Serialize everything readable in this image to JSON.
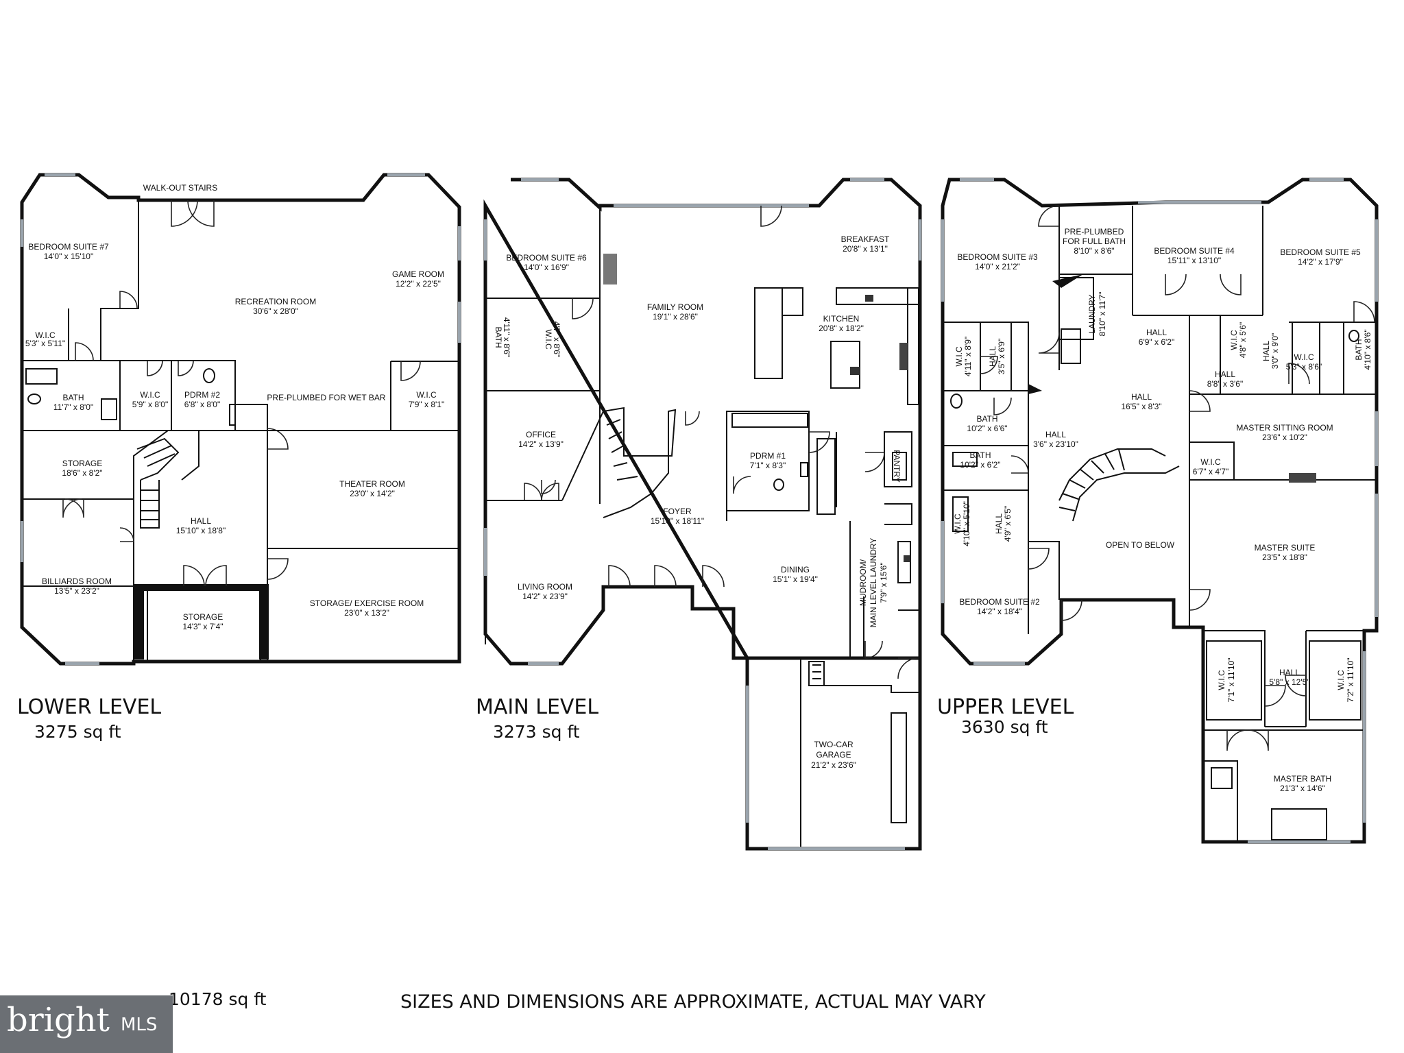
{
  "levels": {
    "lower": {
      "title": "LOWER LEVEL",
      "sqft": "3275 sq ft"
    },
    "main": {
      "title": "MAIN LEVEL",
      "sqft": "3273 sq ft"
    },
    "upper": {
      "title": "UPPER LEVEL",
      "sqft": "3630 sq ft"
    }
  },
  "total_sqft": "10178 sq ft",
  "disclaimer": "SIZES AND DIMENSIONS ARE APPROXIMATE, ACTUAL MAY VARY",
  "logo": {
    "brand": "bright",
    "suffix": "MLS"
  },
  "rooms": {
    "walkout": "WALK-OUT STAIRS",
    "bed7": [
      "BEDROOM SUITE #7",
      "14'0\" x 15'10\""
    ],
    "rec": [
      "RECREATION ROOM",
      "30'6\" x 28'0\""
    ],
    "game": [
      "GAME ROOM",
      "12'2\" x 22'5\""
    ],
    "wic_l1": [
      "W.I.C",
      "5'3\" x 5'11\""
    ],
    "bath_l": [
      "BATH",
      "11'7\" x 8'0\""
    ],
    "wic_l2": [
      "W.I.C",
      "5'9\" x 8'0\""
    ],
    "pdrm2": [
      "PDRM #2",
      "6'8\" x 8'0\""
    ],
    "wetbar": "PRE-PLUMBED FOR WET BAR",
    "wic_l3": [
      "W.I.C",
      "7'9\" x 8'1\""
    ],
    "storage1": [
      "STORAGE",
      "18'6\" x 8'2\""
    ],
    "theater": [
      "THEATER ROOM",
      "23'0\" x 14'2\""
    ],
    "hall_l": [
      "HALL",
      "15'10\" x 18'8\""
    ],
    "billiards": [
      "BILLIARDS ROOM",
      "13'5\" x 23'2\""
    ],
    "exercise": [
      "STORAGE/ EXERCISE ROOM",
      "23'0\" x 13'2\""
    ],
    "storage2": [
      "STORAGE",
      "14'3\" x 7'4\""
    ],
    "bed6": [
      "BEDROOM SUITE #6",
      "14'0\" x 16'9\""
    ],
    "family": [
      "FAMILY ROOM",
      "19'1\" x 28'6\""
    ],
    "breakfast": [
      "BREAKFAST",
      "20'8\" x 13'1\""
    ],
    "kitchen": [
      "KITCHEN",
      "20'8\" x 18'2\""
    ],
    "bath_m": [
      "BATH",
      "4'11\" x 8'6\""
    ],
    "wic_m": [
      "W.I.C",
      "4'7\" x 8'6\""
    ],
    "office": [
      "OFFICE",
      "14'2\" x 13'9\""
    ],
    "pdrm1": [
      "PDRM #1",
      "7'1\" x 8'3\""
    ],
    "pantry": "PANTRY",
    "foyer": [
      "FOYER",
      "15'10\" x 18'11\""
    ],
    "living": [
      "LIVING ROOM",
      "14'2\" x 23'9\""
    ],
    "dining": [
      "DINING",
      "15'1\" x 19'4\""
    ],
    "mudroom": [
      "MUDROOM/",
      "MAIN LEVEL LAUNDRY",
      "7'9\" x 15'6\""
    ],
    "garage": [
      "TWO-CAR",
      "GARAGE",
      "21'2\" x 23'6\""
    ],
    "bed3": [
      "BEDROOM SUITE #3",
      "14'0\" x 21'2\""
    ],
    "prefullbath": [
      "PRE-PLUMBED",
      "FOR FULL BATH",
      "8'10\" x 8'6\""
    ],
    "bed4": [
      "BEDROOM SUITE #4",
      "15'11\" x 13'10\""
    ],
    "bed5": [
      "BEDROOM SUITE #5",
      "14'2\" x 17'9\""
    ],
    "laundry": [
      "LAUNDRY",
      "8'10\" x 11'7\""
    ],
    "hall_u1": [
      "HALL",
      "6'9\" x 6'2\""
    ],
    "wic_u1": [
      "W.I.C",
      "4'8\" x 5'6\""
    ],
    "hall_u2": [
      "HALL",
      "3'0\" x 9'0\""
    ],
    "wic_u2": [
      "W.I.C",
      "5'3\" x 8'6\""
    ],
    "bath_u1": [
      "BATH",
      "4'10\" x 8'6\""
    ],
    "hall_u3": [
      "HALL",
      "8'8\" x 3'6\""
    ],
    "wic_u3": [
      "W.I.C",
      "4'11\" x 8'9\""
    ],
    "hall_u4": [
      "HALL",
      "3'5\" x 6'9\""
    ],
    "hall_u5": [
      "HALL",
      "16'5\" x 8'3\""
    ],
    "bath_u2": [
      "BATH",
      "10'2\" x 6'6\""
    ],
    "hall_u6": [
      "HALL",
      "3'6\" x 23'10\""
    ],
    "bath_u3": [
      "BATH",
      "10'2\" x 6'2\""
    ],
    "sitting": [
      "MASTER SITTING ROOM",
      "23'6\" x 10'2\""
    ],
    "wic_u4": [
      "W.I.C",
      "6'7\" x 4'7\""
    ],
    "wic_u5": [
      "W.I.C",
      "4'10\" x 5'10\""
    ],
    "hall_u7": [
      "HALL",
      "4'9\" x 6'5\""
    ],
    "open": "OPEN TO BELOW",
    "master": [
      "MASTER SUITE",
      "23'5\" x 18'8\""
    ],
    "bed2": [
      "BEDROOM SUITE #2",
      "14'2\" x 18'4\""
    ],
    "wic_u6": [
      "W.I.C",
      "7'1\" x 11'10\""
    ],
    "hall_u8": [
      "HALL",
      "5'8\" x 12'5\""
    ],
    "wic_u7": [
      "W.I.C",
      "7'2\" x 11'10\""
    ],
    "masterbath": [
      "MASTER BATH",
      "21'3\" x 14'6\""
    ]
  }
}
